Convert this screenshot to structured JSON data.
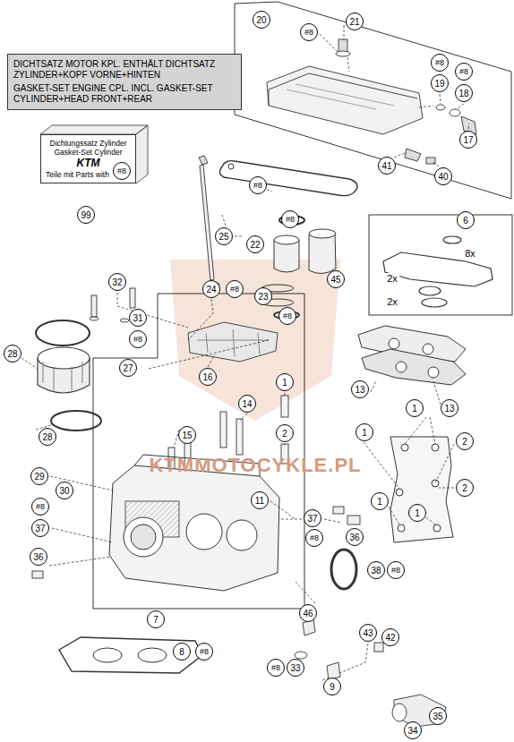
{
  "diagram": {
    "nodes": [
      {
        "text": [
          "DICHTSATZ MOTOR KPL. ENTHÄLT DICHTSATZ ZYLINDER+KOPF VORNE+HINTEN",
          "GASKET-SET ENGINE CPL. INCL. GASKET-SET CYLINDER+HEAD FRONT+REAR"
        ]
      },
      {
        "text": [
          "Dichtungssatz Zylinder Gasket-Set Cylinder",
          "KTM",
          "Teile mit Parts with"
        ]
      }
    ],
    "edges": [],
    "labels": [
      "20",
      "21",
      "#8",
      "#8",
      "#8",
      "19",
      "18",
      "17",
      "41",
      "40",
      "#8",
      "#8",
      "6",
      "8x",
      "2x",
      "2x",
      "25",
      "22",
      "45",
      "32",
      "24",
      "#8",
      "23",
      "#8",
      "31",
      "#8",
      "28",
      "27",
      "16",
      "1",
      "13",
      "13",
      "14",
      "1",
      "1",
      "2",
      "15",
      "28",
      "2",
      "KTMMOTOCYKLE.PL",
      "29",
      "2",
      "30",
      "11",
      "1",
      "#8",
      "1",
      "37",
      "36",
      "37",
      "#8",
      "36",
      "38",
      "#8",
      "46",
      "7",
      "43",
      "42",
      "8",
      "#8",
      "#8",
      "33",
      "9",
      "35",
      "34",
      "#8",
      "99"
    ]
  }
}
